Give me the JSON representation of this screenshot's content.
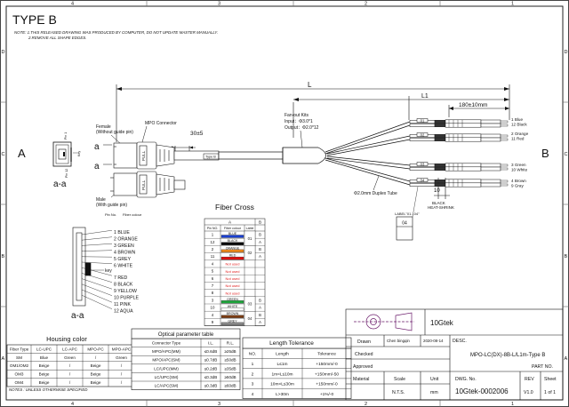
{
  "title": "TYPE B",
  "notes": {
    "line1": "NOTE: 1.THIS RELEASED DRAWING WAS PRODUCED BY COMPUTER, DO NOT UPDATE MASTER MANUALLY.",
    "line2": "2.REMOVE ALL SHAPE EDGES."
  },
  "border": {
    "top_numbers": [
      "4",
      "3",
      "2",
      "1"
    ],
    "bottom_numbers": [
      "4",
      "3",
      "2",
      "1"
    ],
    "side_letters": [
      "D",
      "C",
      "B",
      "A"
    ]
  },
  "drawing": {
    "end_a": "A",
    "end_b": "B",
    "dim_L": "L",
    "dim_L1": "L1",
    "dim_180": "180±10mm",
    "dim_30": "30±5",
    "dim_10": "10",
    "female_label1": "Female",
    "female_label2": "(Without guide pin)",
    "male_label1": "Male",
    "male_label2": "(With guide pin)",
    "mpo_connector": "MPO Connector",
    "pull": "PULL",
    "type_b_tag": "Type B",
    "a_label": "a",
    "section_aa": "a-a",
    "pin1": "Pin 1",
    "pin12": "Pin 12",
    "key": "Key",
    "fanout_title": "Fan-out Kits",
    "fanout_input": "Input：Φ3.0*1",
    "fanout_output": "Output：Φ2.0*12",
    "duplex_tube": "Φ2.0mm Duplex Tube",
    "heat_shrink1": "BLACK",
    "heat_shrink2": "HEAT-SHRINK",
    "label_text": "LABEL\"01...04\"",
    "label_box": "04",
    "group_labels": [
      "01",
      "02",
      "03",
      "04"
    ],
    "fiber_labels": [
      [
        "1 Blue",
        "12 Black"
      ],
      [
        "2 Orange",
        "11 Red"
      ],
      [
        "3 Green",
        "10 White"
      ],
      [
        "4 Brown",
        "9 Gray"
      ]
    ]
  },
  "pinout": {
    "header_pin": "Pin No.",
    "header_colour": "Fiber colour",
    "key_label": "key",
    "section": "a-a",
    "pins": [
      "1 BLUE",
      "2 ORANGE",
      "3 GREEN",
      "4 BROWN",
      "5 GREY",
      "6 WHITE",
      "7 RED",
      "8 BLACK",
      "9 YELLOW",
      "10 PURPLE",
      "11 PINK",
      "12 AQUA"
    ]
  },
  "fiber_cross": {
    "title": "Fiber Cross",
    "header_a": "A",
    "header_b": "B",
    "col_pin": "Pin NO.",
    "col_colour": "Fiber colour",
    "col_lable": "Lable",
    "rows": [
      {
        "pin": "1",
        "colour": "BLUE",
        "color_hex": "#1a3fd0"
      },
      {
        "pin": "12",
        "colour": "BLACK",
        "color_hex": "#000000"
      },
      {
        "pin": "2",
        "colour": "ORANGE",
        "color_hex": "#f08a1c"
      },
      {
        "pin": "11",
        "colour": "RED",
        "color_hex": "#e01010"
      },
      {
        "pin": "4",
        "colour": "Not used",
        "color_hex": "#e02020"
      },
      {
        "pin": "5",
        "colour": "Not used",
        "color_hex": "#e02020"
      },
      {
        "pin": "6",
        "colour": "Not used",
        "color_hex": "#e02020"
      },
      {
        "pin": "7",
        "colour": "Not used",
        "color_hex": "#e02020"
      },
      {
        "pin": "8",
        "colour": "Not used",
        "color_hex": "#e02020"
      },
      {
        "pin": "3",
        "colour": "GREEN",
        "color_hex": "#1fa53c"
      },
      {
        "pin": "10",
        "colour": "WHITE",
        "color_hex": "#ffffff"
      },
      {
        "pin": "4",
        "colour": "BROWN",
        "color_hex": "#7a3b12"
      },
      {
        "pin": "9",
        "colour": "GREY",
        "color_hex": "#8a8a8a"
      }
    ],
    "lables": [
      {
        "lable": "01",
        "b": [
          "B",
          "A"
        ]
      },
      {
        "lable": "02",
        "b": [
          "B",
          "A"
        ]
      },
      {
        "lable": "03",
        "b": [
          "B",
          "A"
        ]
      },
      {
        "lable": "04",
        "b": [
          "B",
          "A"
        ]
      }
    ]
  },
  "housing_color": {
    "title": "Housing color",
    "headers": [
      "Fiber Type",
      "LC-UPC",
      "LC-APC",
      "MPO-PC",
      "MPO-APC"
    ],
    "rows": [
      [
        "SM",
        "Blue",
        "Green",
        "/",
        "Green"
      ],
      [
        "OM1/OM2",
        "Beige",
        "/",
        "Beige",
        "/"
      ],
      [
        "OM3",
        "Beige",
        "/",
        "Beige",
        "/"
      ],
      [
        "OM4",
        "Beige",
        "/",
        "Beige",
        "/"
      ]
    ],
    "notes": "NOTES : UNLESS OTHERWISE SPECIFIED"
  },
  "optical_table": {
    "title": "Optical parameter table",
    "headers": [
      "Connector Type",
      "I.L.",
      "R.L."
    ],
    "rows": [
      [
        "MPO/APC(MM)",
        "≤0.6dB",
        "≥25dB"
      ],
      [
        "MPO/APC(SM)",
        "≤0.7dB",
        "≥50dB"
      ],
      [
        "LC/UPC(MM)",
        "≤0.2dB",
        "≥35dB"
      ],
      [
        "LC/UPC(SM)",
        "≤0.3dB",
        "≥50dB"
      ],
      [
        "LC/APC(SM)",
        "≤0.3dB",
        "≥60dB"
      ]
    ]
  },
  "length_tolerance": {
    "title": "Length Tolerance",
    "headers": [
      "NO.",
      "Length",
      "Tolerance"
    ],
    "rows": [
      [
        "1",
        "L≤1m",
        "+150mm/-0"
      ],
      [
        "2",
        "1m<L≤10m",
        "+150mm/-50"
      ],
      [
        "3",
        "10m<L≤30m",
        "+150mm/-0"
      ],
      [
        "4",
        "L>30m",
        "+1%/-0"
      ]
    ]
  },
  "title_block": {
    "company": "10Gtek",
    "drawn": "Drawn",
    "drawn_by": "Chen bingqin",
    "date": "2020-08-14",
    "desc_label": "DESC.",
    "checked": "Checked",
    "desc": "MPO-LC(DX)-8B-L/L1m-Type B",
    "approved": "Approved",
    "part_no": "PART NO.",
    "material": "Material",
    "scale": "Scale",
    "unit": "Unit",
    "dwg_no": "DWG. No.",
    "rev": "REV",
    "sheet": "Sheet",
    "nts": "N.T.S.",
    "mm": "mm",
    "dwg_number": "10Gtek-0002006",
    "rev_value": "V1.0",
    "sheet_value": "1 of 1"
  }
}
